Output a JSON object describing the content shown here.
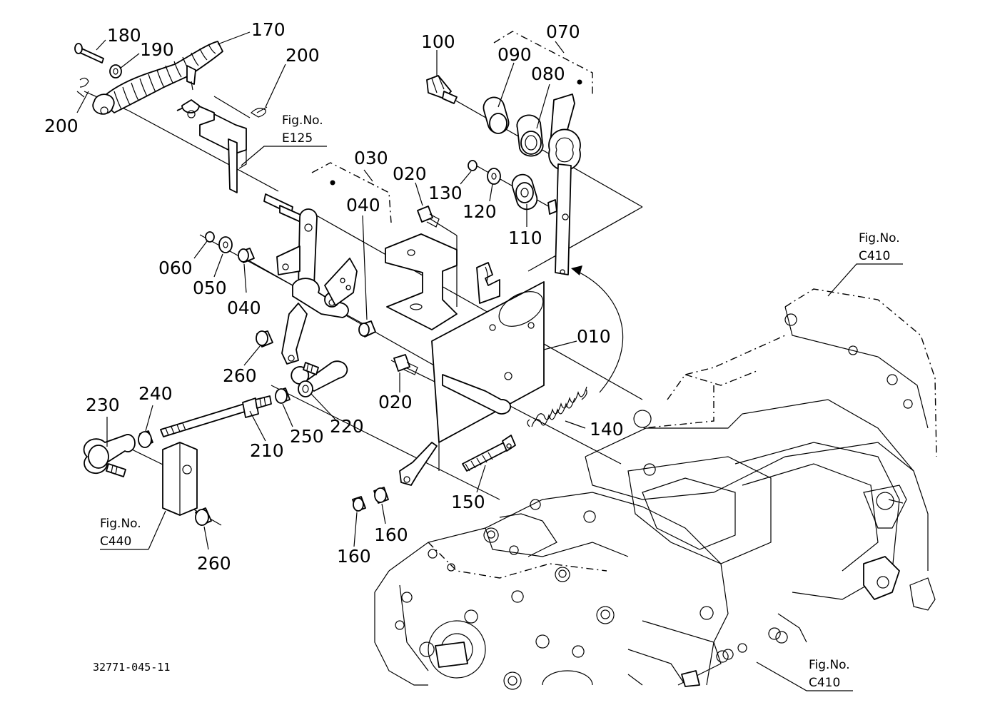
{
  "diagram": {
    "doc_code": "32771-045-11",
    "part_labels": [
      {
        "id": "p180",
        "text": "180"
      },
      {
        "id": "p190",
        "text": "190"
      },
      {
        "id": "p170",
        "text": "170"
      },
      {
        "id": "p200a",
        "text": "200"
      },
      {
        "id": "p200b",
        "text": "200"
      },
      {
        "id": "p100",
        "text": "100"
      },
      {
        "id": "p070",
        "text": "070"
      },
      {
        "id": "p090",
        "text": "090"
      },
      {
        "id": "p080",
        "text": "080"
      },
      {
        "id": "p030",
        "text": "030"
      },
      {
        "id": "p020a",
        "text": "020"
      },
      {
        "id": "p040a",
        "text": "040"
      },
      {
        "id": "p130",
        "text": "130"
      },
      {
        "id": "p120",
        "text": "120"
      },
      {
        "id": "p110",
        "text": "110"
      },
      {
        "id": "p060",
        "text": "060"
      },
      {
        "id": "p050",
        "text": "050"
      },
      {
        "id": "p040b",
        "text": "040"
      },
      {
        "id": "p010",
        "text": "010"
      },
      {
        "id": "p260a",
        "text": "260"
      },
      {
        "id": "p020b",
        "text": "020"
      },
      {
        "id": "p230",
        "text": "230"
      },
      {
        "id": "p240",
        "text": "240"
      },
      {
        "id": "p210",
        "text": "210"
      },
      {
        "id": "p250",
        "text": "250"
      },
      {
        "id": "p220",
        "text": "220"
      },
      {
        "id": "p140",
        "text": "140"
      },
      {
        "id": "p150",
        "text": "150"
      },
      {
        "id": "p160a",
        "text": "160"
      },
      {
        "id": "p160b",
        "text": "160"
      },
      {
        "id": "p260b",
        "text": "260"
      }
    ],
    "fig_refs": [
      {
        "id": "e125",
        "prefix": "Fig.No.",
        "code": "E125"
      },
      {
        "id": "c410a",
        "prefix": "Fig.No.",
        "code": "C410"
      },
      {
        "id": "c440",
        "prefix": "Fig.No.",
        "code": "C440"
      },
      {
        "id": "c410b",
        "prefix": "Fig.No.",
        "code": "C410"
      }
    ]
  }
}
